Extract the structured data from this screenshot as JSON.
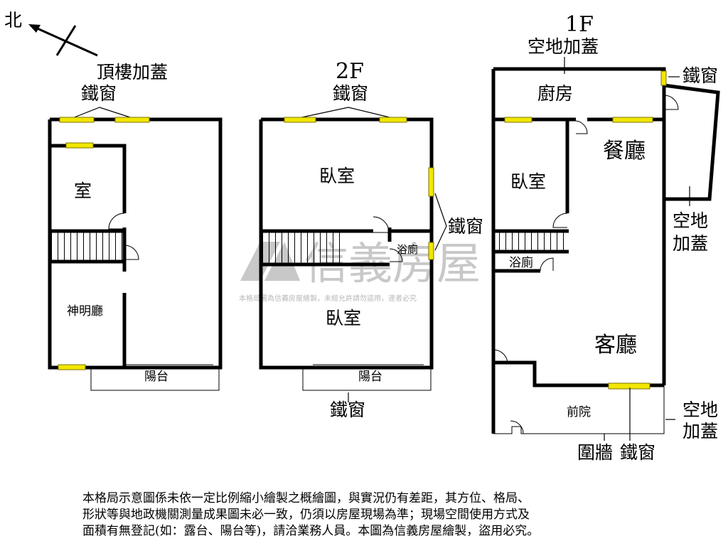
{
  "compass": {
    "north_label": "北"
  },
  "roof": {
    "title": "頂樓加蓋",
    "iron_window_label": "鐵窗",
    "room_top": "室",
    "shrine_hall": "神明廳",
    "balcony": "陽台"
  },
  "floor2": {
    "title": "2F",
    "iron_window_top": "鐵窗",
    "bedroom_top": "臥室",
    "iron_window_side": "鐵窗",
    "bathroom": "浴廁",
    "bedroom_bottom": "臥室",
    "balcony": "陽台",
    "iron_window_bottom": "鐵窗"
  },
  "floor1": {
    "title": "1F",
    "empty_lot_addon_top": "空地加蓋",
    "kitchen": "廚房",
    "iron_window_right": "鐵窗",
    "dining": "餐廳",
    "bedroom": "臥室",
    "empty_lot_addon_right_1": "空地",
    "empty_lot_addon_right_2": "加蓋",
    "bathroom": "浴廁",
    "living": "客廳",
    "front_yard": "前院",
    "empty_lot_addon_bottom_1": "空地",
    "empty_lot_addon_bottom_2": "加蓋",
    "wall_label": "圍牆",
    "iron_window_bottom": "鐵窗"
  },
  "watermark": {
    "brand": "信義房屋",
    "notice": "本格局圖為信義房屋繪製，未經允許請勿盜用，違者必究"
  },
  "disclaimer": {
    "line1": "本格局示意圖係未依一定比例縮小繪製之概繪圖，與實況仍有差距，其方位、格局、",
    "line2": "形狀等與地政機關測量成果圖未必一致，仍須以房屋現場為準；現場空間使用方式及",
    "line3": "面積有無登記(如：露台、陽台等)，請洽業務人員。本圖為信義房屋繪製，盜用必究。"
  },
  "colors": {
    "wall": "#000000",
    "window_fill": "#f2e600",
    "window_stroke": "#7a7400",
    "watermark": "#c8c8c8"
  }
}
